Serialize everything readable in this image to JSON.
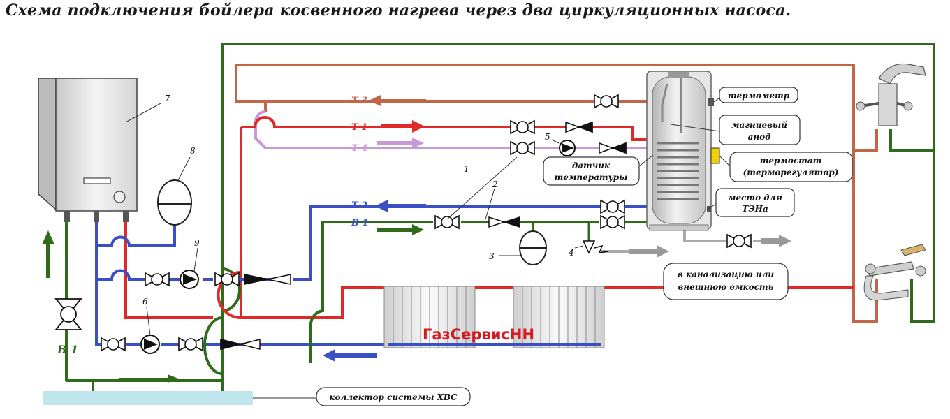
{
  "title": "Схема подключения бойлера косвенного нагрева через два циркуляционных насоса.",
  "pipe_labels": {
    "t3": "Т 3",
    "t1": "Т 1",
    "t4": "Т 4",
    "t2": "Т 2",
    "b1_top": "В 1",
    "b1_left": "В 1"
  },
  "callouts": {
    "thermometer": "термометр",
    "anode_line1": "магниевый",
    "anode_line2": "анод",
    "thermostat_line1": "термостат",
    "thermostat_line2": "(терморегулятор)",
    "heater_line1": "место для",
    "heater_line2": "ТЭНа",
    "sensor_line1": "датчик",
    "sensor_line2": "температуры",
    "drain_line1": "в канализацию или",
    "drain_line2": "внешнюю емкость",
    "collector": "коллектор системы ХВС"
  },
  "numbers": {
    "n1": "1",
    "n2": "2",
    "n3": "3",
    "n4": "4",
    "n5": "5",
    "n6": "6",
    "n7": "7",
    "n8": "8",
    "n9": "9"
  },
  "watermark": "ГазСервисНН",
  "colors": {
    "red": "#e02a2a",
    "blue": "#3a4fc4",
    "green": "#2e6b1a",
    "copper": "#c0674a",
    "lilac": "#c79ad6",
    "grey": "#aaaaaa",
    "water": "#bfe6ec"
  }
}
